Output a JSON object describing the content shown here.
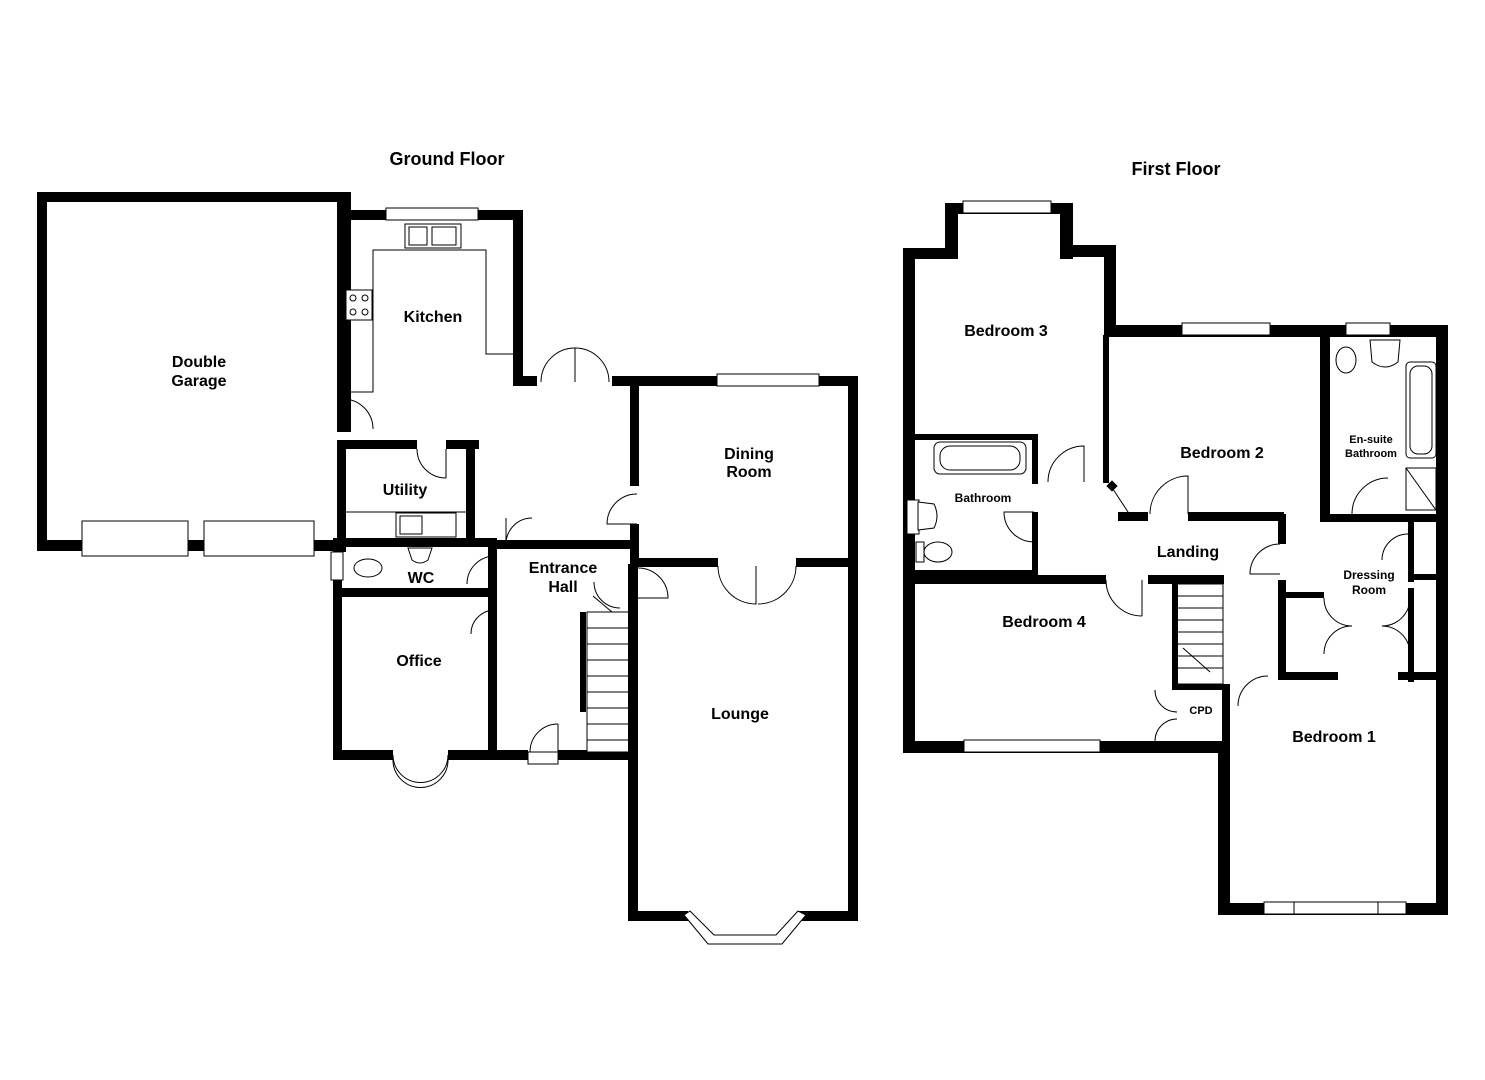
{
  "floors": {
    "ground": {
      "title": "Ground Floor",
      "rooms": {
        "double_garage_l1": "Double",
        "double_garage_l2": "Garage",
        "kitchen": "Kitchen",
        "utility": "Utility",
        "wc": "WC",
        "office": "Office",
        "entrance_hall_l1": "Entrance",
        "entrance_hall_l2": "Hall",
        "dining_room_l1": "Dining",
        "dining_room_l2": "Room",
        "lounge": "Lounge"
      }
    },
    "first": {
      "title": "First Floor",
      "rooms": {
        "bedroom3": "Bedroom 3",
        "bedroom2": "Bedroom 2",
        "ensuite_l1": "En-suite",
        "ensuite_l2": "Bathroom",
        "bathroom": "Bathroom",
        "landing": "Landing",
        "bedroom4": "Bedroom 4",
        "dressing_room_l1": "Dressing",
        "dressing_room_l2": "Room",
        "cpd": "CPD",
        "bedroom1": "Bedroom 1"
      }
    }
  },
  "colors": {
    "wall": "#000000",
    "background": "#ffffff"
  }
}
